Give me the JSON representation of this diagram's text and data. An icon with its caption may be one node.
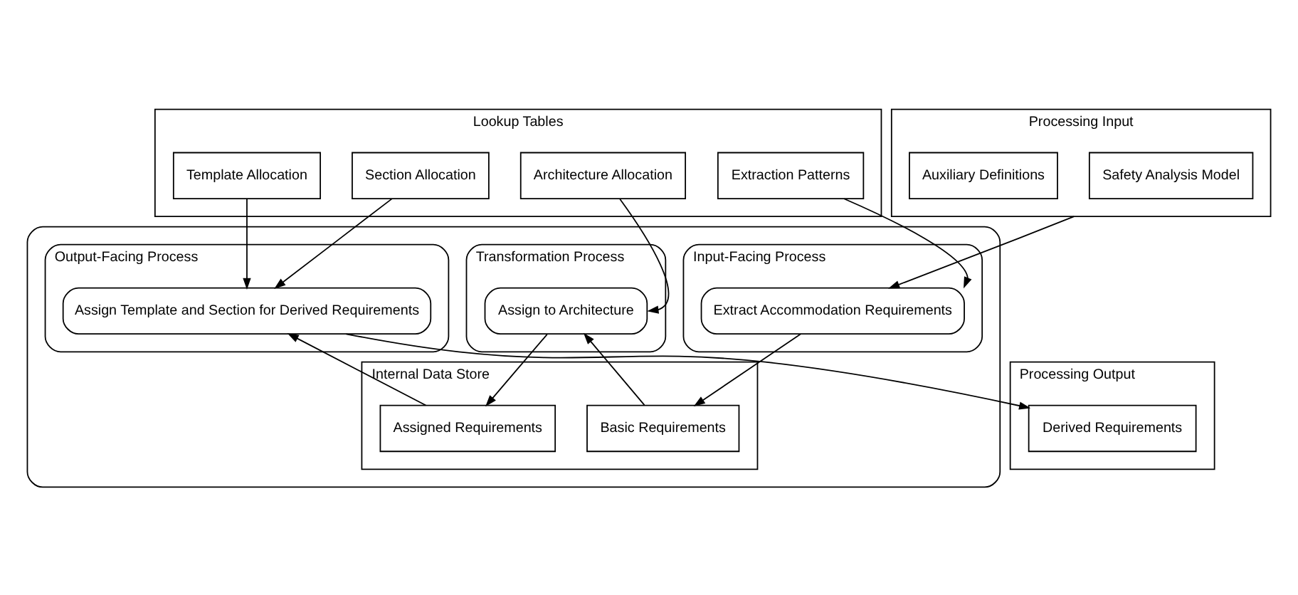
{
  "diagram": {
    "nodes": [
      {
        "text": [
          "Lookup Tables"
        ]
      },
      {
        "text": [
          "Extraction Patterns"
        ],
        "in": 0
      },
      {
        "text": [
          "Architecture Allocation"
        ],
        "in": 0
      },
      {
        "text": [
          "Section Allocation"
        ],
        "in": 0
      },
      {
        "text": [
          "Template Allocation"
        ],
        "in": 0
      },
      {
        "text": [
          "Processing Input"
        ]
      },
      {
        "text": [
          "Safety Analysis Model"
        ],
        "in": 5
      },
      {
        "text": [
          "Auxiliary Definitions"
        ],
        "in": 5
      },
      {
        "text": [],
        "shape": "box"
      },
      {
        "text": [
          "Input-Facing Process"
        ],
        "in": 8
      },
      {
        "text": [
          "Extract Accommodation Requirements"
        ],
        "in": 9
      },
      {
        "text": [
          "Transformation Process"
        ],
        "in": 8
      },
      {
        "text": [
          "Assign to Architecture"
        ],
        "in": 11
      },
      {
        "text": [
          "Output-Facing Process"
        ],
        "in": 8
      },
      {
        "text": [
          "Assign Template and Section for Derived Requirements"
        ],
        "in": 13
      },
      {
        "text": [
          "Internal Data Store"
        ],
        "in": 8
      },
      {
        "text": [
          "Basic Requirements"
        ],
        "in": 15
      },
      {
        "text": [
          "Assigned Requirements"
        ],
        "in": 15
      },
      {
        "text": [
          "Processing Output"
        ]
      },
      {
        "text": [
          "Derived Requirements"
        ],
        "in": 18
      }
    ],
    "edges": [
      {
        "from": 1,
        "to": 10,
        "arrow": "to"
      },
      {
        "from": 2,
        "to": 12,
        "arrow": "to"
      },
      {
        "from": 3,
        "to": 14,
        "arrow": "to"
      },
      {
        "from": 4,
        "to": 14,
        "arrow": "to"
      },
      {
        "from": 5,
        "to": 10,
        "arrow": "to"
      },
      {
        "from": 10,
        "to": 16,
        "arrow": "to"
      },
      {
        "from": 16,
        "to": 12,
        "arrow": "to"
      },
      {
        "from": 12,
        "to": 17,
        "arrow": "to"
      },
      {
        "from": 17,
        "to": 14,
        "arrow": "to"
      },
      {
        "from": 14,
        "to": 19,
        "arrow": "to"
      }
    ]
  }
}
